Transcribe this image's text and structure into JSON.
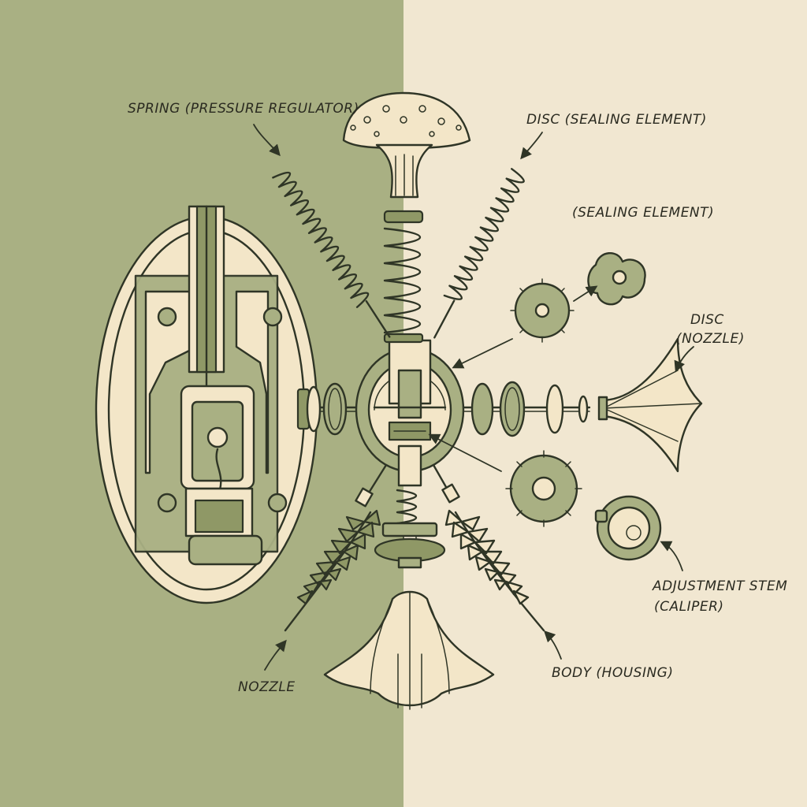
{
  "labels": {
    "spring": "SPRING (PRESSURE REGULATOR)",
    "disc_sealing": "DISC (SEALING ELEMENT)",
    "sealing_element": "(SEALING ELEMENT)",
    "disc_nozzle_line1": "DISC",
    "disc_nozzle_line2": "(NOZZLE)",
    "adjustment_line1": "ADJUSTMENT STEM",
    "adjustment_line2": "(CALIPER)",
    "body": "BODY (HOUSING)",
    "nozzle": "NOZZLE"
  },
  "colors": {
    "left_background": "#a9b083",
    "right_background": "#f1e7d1",
    "ink": "#2f3526",
    "cream_part": "#f3e6c8",
    "sage_part": "#a9b083"
  },
  "icons": [
    "mushroom-cap-icon",
    "coil-spring-icon",
    "gear-icon",
    "fern-frond-icon",
    "flower-bell-icon",
    "trumpet-flower-icon",
    "four-lobe-disc-icon",
    "adjustment-knob-icon"
  ]
}
